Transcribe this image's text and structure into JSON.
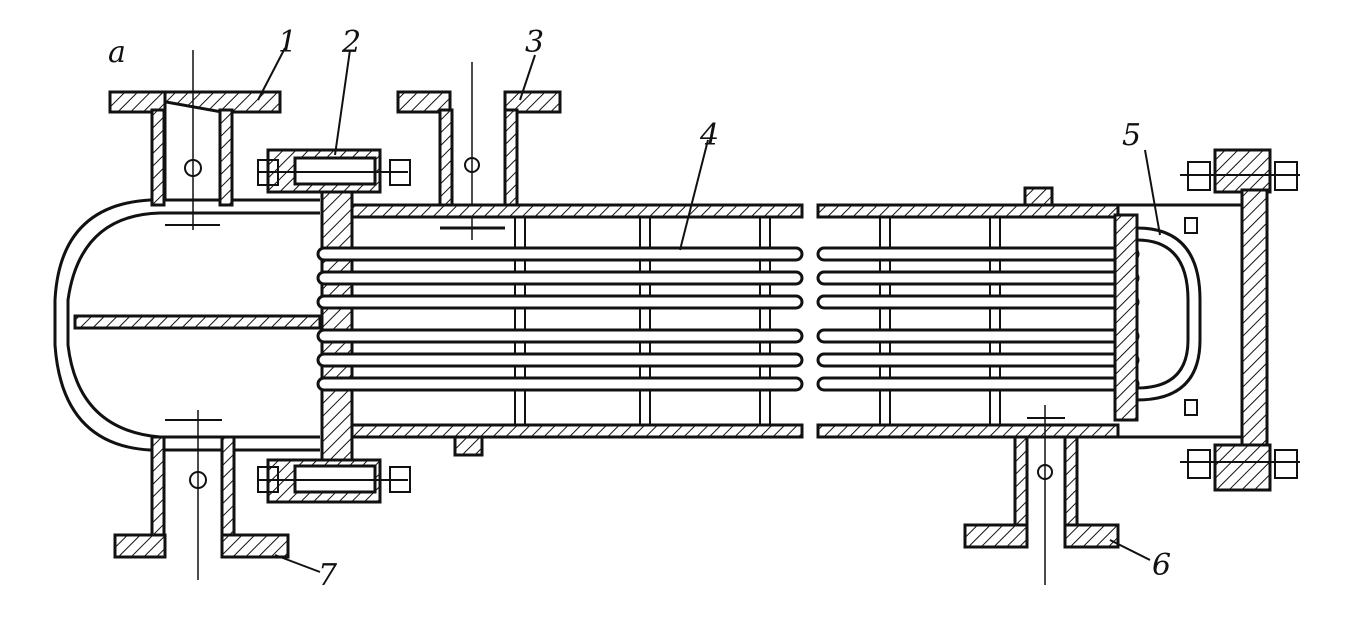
{
  "labels": {
    "figure_letter": "a",
    "part_1": "1",
    "part_2": "2",
    "part_3": "3",
    "part_4": "4",
    "part_5": "5",
    "part_6": "6",
    "part_7": "7"
  }
}
